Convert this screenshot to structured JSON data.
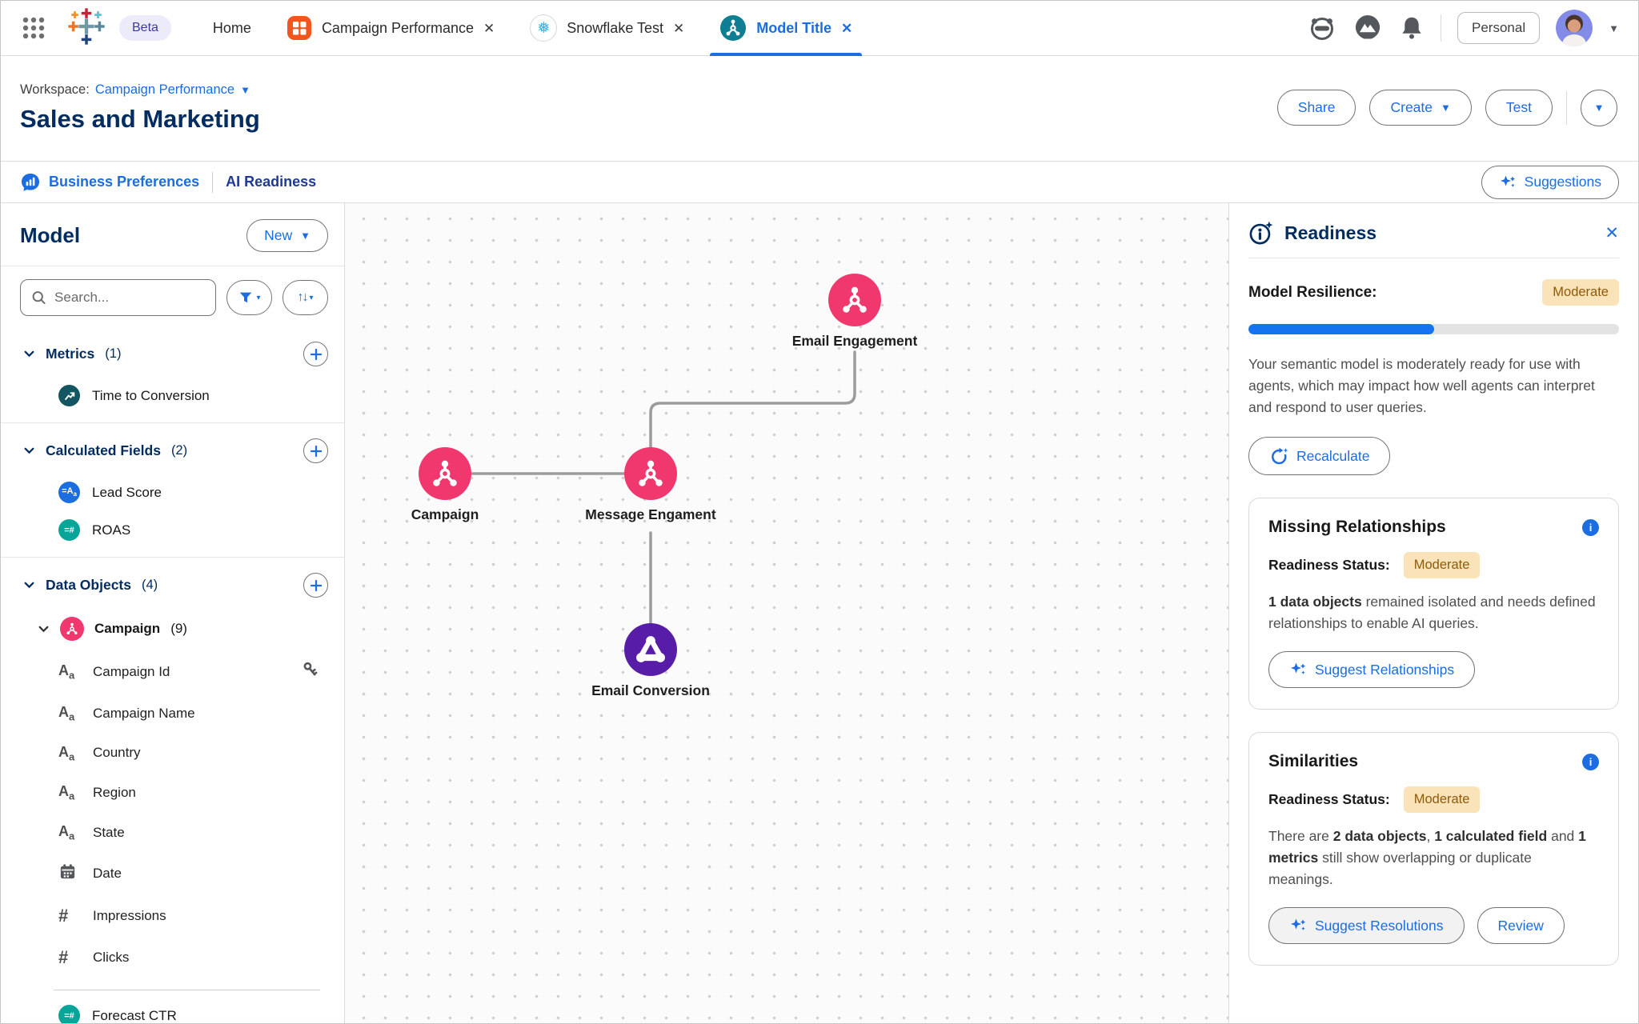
{
  "colors": {
    "accent_blue": "#1B6DE0",
    "navy": "#032D60",
    "pink_node": "#F0386E",
    "purple_node": "#571DA8",
    "status_badge_bg": "#FAE3B8",
    "status_badge_text": "#8E5A0B",
    "progress_fill": "#1673F0",
    "metric_icon": "#135560",
    "calculated_number_icon": "#06A59A",
    "orange_tab_icon": "#F3551F",
    "snowflake_blue": "#29B5E8",
    "model_tab_icon": "#0F7E92"
  },
  "topbar": {
    "beta_badge": "Beta",
    "tabs": [
      {
        "label": "Home"
      },
      {
        "label": "Campaign Performance"
      },
      {
        "label": "Snowflake Test"
      },
      {
        "label": "Model Title"
      }
    ],
    "personal_button": "Personal"
  },
  "header": {
    "workspace_label": "Workspace:",
    "workspace_name": "Campaign Performance",
    "title": "Sales and Marketing",
    "share": "Share",
    "create": "Create",
    "test": "Test"
  },
  "subnav": {
    "business_preferences": "Business Preferences",
    "ai_readiness": "AI Readiness",
    "suggestions": "Suggestions"
  },
  "left_panel": {
    "title": "Model",
    "new_button": "New",
    "search_placeholder": "Search...",
    "metrics": {
      "label": "Metrics",
      "count": "(1)",
      "items": [
        {
          "label": "Time to Conversion"
        }
      ]
    },
    "calculated_fields": {
      "label": "Calculated Fields",
      "count": "(2)",
      "items": [
        {
          "label": "Lead Score"
        },
        {
          "label": "ROAS"
        }
      ]
    },
    "data_objects": {
      "label": "Data Objects",
      "count": "(4)",
      "campaign": {
        "label": "Campaign",
        "count": "(9)",
        "fields": [
          {
            "label": "Campaign Id"
          },
          {
            "label": "Campaign Name"
          },
          {
            "label": "Country"
          },
          {
            "label": "Region"
          },
          {
            "label": "State"
          },
          {
            "label": "Date"
          },
          {
            "label": "Impressions"
          },
          {
            "label": "Clicks"
          }
        ]
      },
      "overflow_item": {
        "label": "Forecast CTR"
      }
    }
  },
  "canvas": {
    "nodes": [
      {
        "label": "Email Engagement",
        "color": "#F0386E"
      },
      {
        "label": "Campaign",
        "color": "#F0386E"
      },
      {
        "label": "Message Engament",
        "color": "#F0386E"
      },
      {
        "label": "Email Conversion",
        "color": "#571DA8"
      }
    ],
    "connections": [
      [
        "Campaign",
        "Message Engament"
      ],
      [
        "Email Engagement",
        "Message Engament"
      ],
      [
        "Message Engament",
        "Email Conversion"
      ]
    ]
  },
  "readiness_panel": {
    "title": "Readiness",
    "resilience": {
      "label": "Model Resilience:",
      "status": "Moderate",
      "progress_percent": 50,
      "description": "Your semantic model is moderately ready for use with agents, which may impact how well agents can interpret and respond to user queries.",
      "recalculate": "Recalculate"
    },
    "missing_relationships": {
      "title": "Missing Relationships",
      "status_label": "Readiness Status:",
      "status": "Moderate",
      "body_bold": "1 data objects",
      "body_rest": " remained isolated and needs defined relationships to enable AI queries.",
      "action": "Suggest Relationships"
    },
    "similarities": {
      "title": "Similarities",
      "status_label": "Readiness Status:",
      "status": "Moderate",
      "body": {
        "t1": "There are ",
        "b1": "2 data objects",
        "t2": ", ",
        "b2": "1 calculated field",
        "t3": " and ",
        "b3": "1 metrics",
        "t4": " still show overlapping or duplicate meanings."
      },
      "suggest": "Suggest Resolutions",
      "review": "Review"
    }
  }
}
